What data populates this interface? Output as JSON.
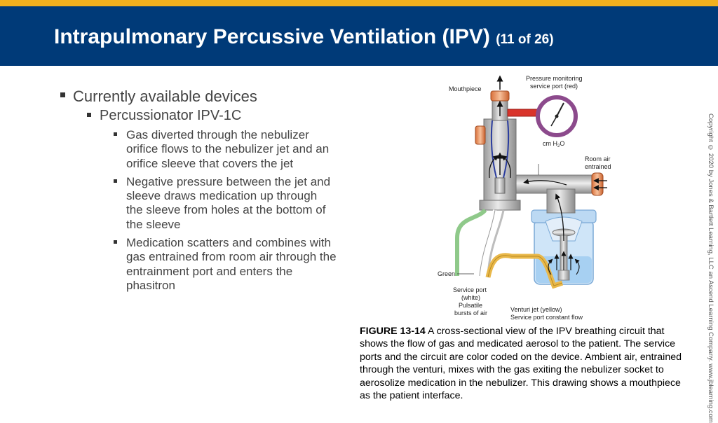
{
  "slide": {
    "title": "Intrapulmonary Percussive Ventilation (IPV)",
    "title_suffix": "(11 of 26)",
    "colors": {
      "header": "#003a78",
      "accent_bar": "#f2b01e"
    }
  },
  "bullets": {
    "level1": "Currently available devices",
    "level2": "Percussionator IPV-1C",
    "level3": [
      "Gas diverted through the nebulizer orifice flows to the nebulizer jet and an orifice sleeve that covers the jet",
      "Negative pressure between the jet and sleeve draws medication up through the sleeve from holes at the bottom of the sleeve",
      "Medication scatters and combines with gas entrained from room air through the entrainment port and enters the phasitron"
    ]
  },
  "figure": {
    "labels": {
      "mouthpiece": "Mouthpiece",
      "pressure_line1": "Pressure monitoring",
      "pressure_line2": "service port (red)",
      "gauge_unit": "cm H",
      "gauge_sub": "2",
      "gauge_unit_end": "O",
      "room_air_line1": "Room air",
      "room_air_line2": "entrained",
      "green": "Green",
      "service_line1": "Service port",
      "service_line2": "(white)",
      "service_line3": "Pulsatile",
      "service_line4": "bursts of air",
      "venturi_line1": "Venturi jet (yellow)",
      "venturi_line2": "Service port constant flow"
    },
    "caption_label": "FIGURE 13-14",
    "caption_text": " A cross-sectional view of the IPV breathing circuit that shows the flow of gas and medicated aerosol to the patient. The service ports and the circuit are color coded on the device. Ambient air, entrained through the venturi, mixes with the gas exiting the nebulizer socket to aerosolize medication in the nebulizer. This drawing shows a mouthpiece as the patient interface."
  },
  "copyright": "Copyright © 2020 by Jones & Bartlett Learning, LLC an Ascend Learning Company. www.jblearning.com"
}
